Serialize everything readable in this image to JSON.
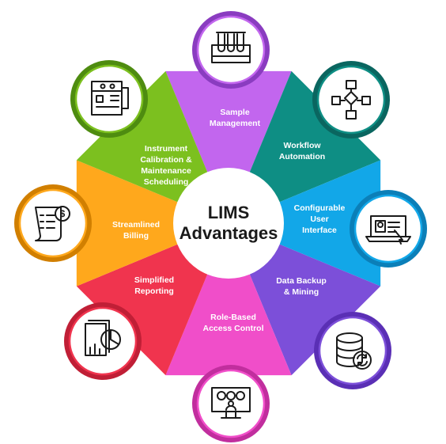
{
  "center": {
    "title_line1": "LIMS",
    "title_line2": "Advantages"
  },
  "segments": [
    {
      "id": "sample",
      "label_lines": [
        "Sample",
        "Management"
      ],
      "color": "#c266ee",
      "dark": "#8a3cc0",
      "icon": "test-tubes-rack-icon"
    },
    {
      "id": "workflow",
      "label_lines": [
        "Workflow",
        "Automation"
      ],
      "color": "#0e8e84",
      "dark": "#0a6660",
      "icon": "flowchart-icon"
    },
    {
      "id": "ui",
      "label_lines": [
        "Configurable",
        "User",
        "Interface"
      ],
      "color": "#12a7e8",
      "dark": "#0b7fb8",
      "icon": "laptop-profile-icon"
    },
    {
      "id": "backup",
      "label_lines": [
        "Data Backup",
        "& Mining"
      ],
      "color": "#7c4fd9",
      "dark": "#5a2fb5",
      "icon": "database-sync-icon"
    },
    {
      "id": "access",
      "label_lines": [
        "Role-Based",
        "Access Control"
      ],
      "color": "#f04ec9",
      "dark": "#c12e9e",
      "icon": "monitor-user-approval-icon"
    },
    {
      "id": "reporting",
      "label_lines": [
        "Simplified",
        "Reporting"
      ],
      "color": "#f0344e",
      "dark": "#c01f36",
      "icon": "report-chart-icon"
    },
    {
      "id": "billing",
      "label_lines": [
        "Streamlined",
        "Billing"
      ],
      "color": "#ffa81c",
      "dark": "#d17f00",
      "icon": "bill-dollar-icon"
    },
    {
      "id": "calibration",
      "label_lines": [
        "Instrument",
        "Calibration &",
        "Maintenance",
        "Scheduling"
      ],
      "color": "#7cc01f",
      "dark": "#4e8c10",
      "icon": "lab-instrument-icon"
    }
  ]
}
